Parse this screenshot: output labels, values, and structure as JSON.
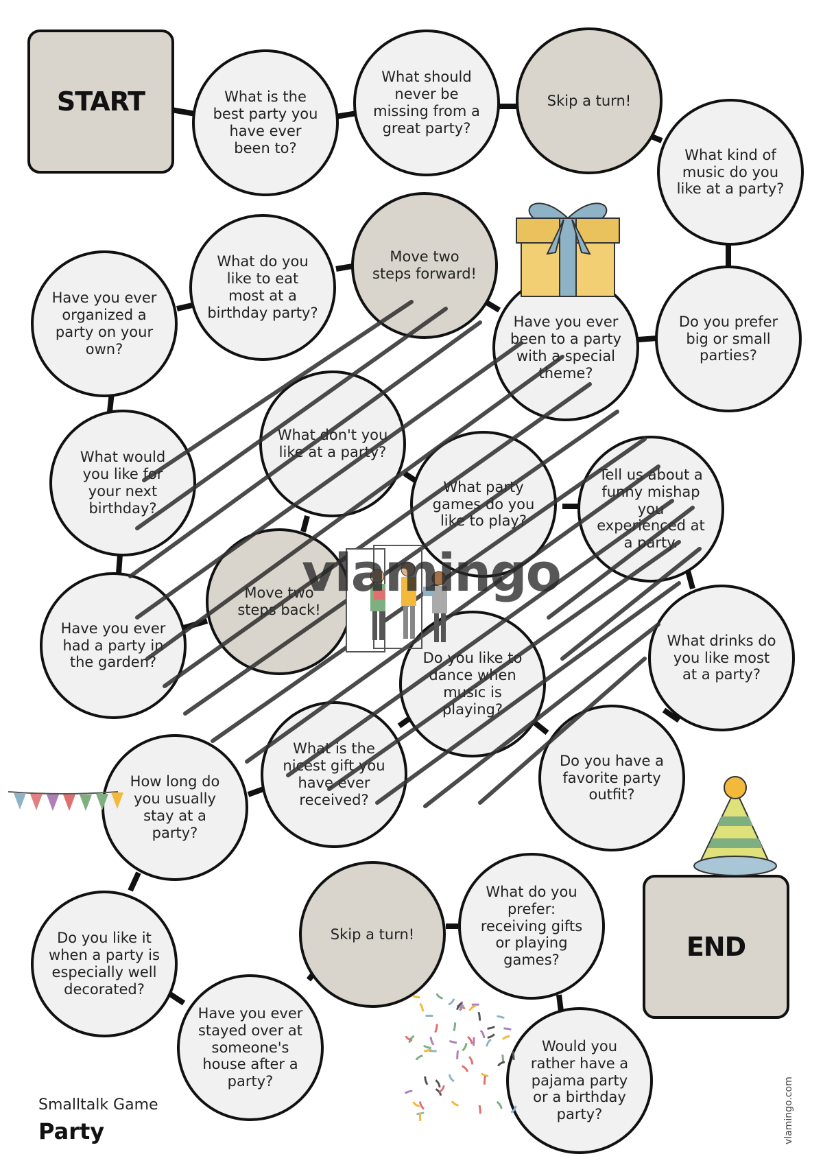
{
  "game": {
    "subtitle": "Smalltalk Game",
    "title": "Party",
    "side_url": "vlamingo.com",
    "watermark": "vlamingo"
  },
  "colors": {
    "field": "#f1f1f1",
    "special": "#d9d5cd",
    "border": "#111111"
  },
  "fields": {
    "start": {
      "label": "START"
    },
    "end": {
      "label": "END"
    },
    "f01": {
      "text": "What is the best party you have ever been to?"
    },
    "f02": {
      "text": "What should never be missing from a great party?"
    },
    "f03": {
      "text": "Skip a turn!"
    },
    "f04": {
      "text": "What kind of music do you like at a party?"
    },
    "f05": {
      "text": "Do you prefer big or small parties?"
    },
    "f06": {
      "text": "Have you ever been to a party with a special theme?"
    },
    "f07": {
      "text": "Move two steps forward!"
    },
    "f08": {
      "text": "What do you like to eat most at a birthday party?"
    },
    "f09": {
      "text": "Have you ever organized a party on your own?"
    },
    "f10": {
      "text": "What would you like for your next birthday?"
    },
    "f11": {
      "text": "Have you ever had a party in the garden?"
    },
    "f12": {
      "text": "Move two steps back!"
    },
    "f13": {
      "text": "What don't you like at a party?"
    },
    "f14": {
      "text": "What party games do you like to play?"
    },
    "f15": {
      "text": "Tell us about a funny mishap you experienced at a party."
    },
    "f16": {
      "text": "What drinks do you like most at a party?"
    },
    "f17": {
      "text": "Do you have a favorite party outfit?"
    },
    "f18": {
      "text": "Do you like to dance when music is playing?"
    },
    "f19": {
      "text": "What is the nicest gift you have ever received?"
    },
    "f20": {
      "text": "How long do you usually stay at a party?"
    },
    "f21": {
      "text": "Do you like it when a party is especially well decorated?"
    },
    "f22": {
      "text": "Have you ever stayed over at someone's house after a party?"
    },
    "f23": {
      "text": "Skip a turn!"
    },
    "f24": {
      "text": "What do you prefer: receiving gifts or playing games?"
    },
    "f25": {
      "text": "Would you rather have a pajama party or a birthday party?"
    }
  },
  "decorations": {
    "gift": "gift-icon",
    "party_hat": "party-hat-icon",
    "bunting": "bunting-icon",
    "confetti": "confetti-icon",
    "people": "people-with-gifts-icon"
  }
}
